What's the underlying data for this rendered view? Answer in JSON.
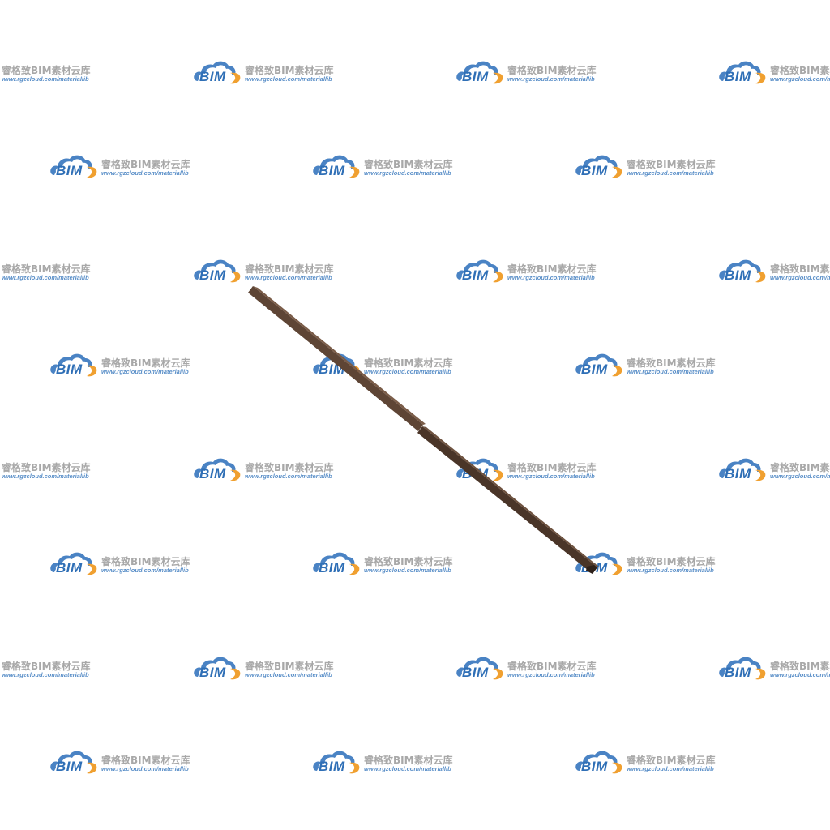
{
  "watermark": {
    "logo_text": "BIM",
    "name": "睿格致BIM素材云库",
    "url": "www.rgzcloud.com/materiallib",
    "logo_icon": "cloud-logo-icon",
    "colors": {
      "cloud": "#4a83c4",
      "swoosh": "#f0a030",
      "name": "#a8a8a8",
      "url": "#5a8fc8"
    }
  },
  "model": {
    "object_icon": "wooden-beam",
    "color": "#4a3528"
  }
}
